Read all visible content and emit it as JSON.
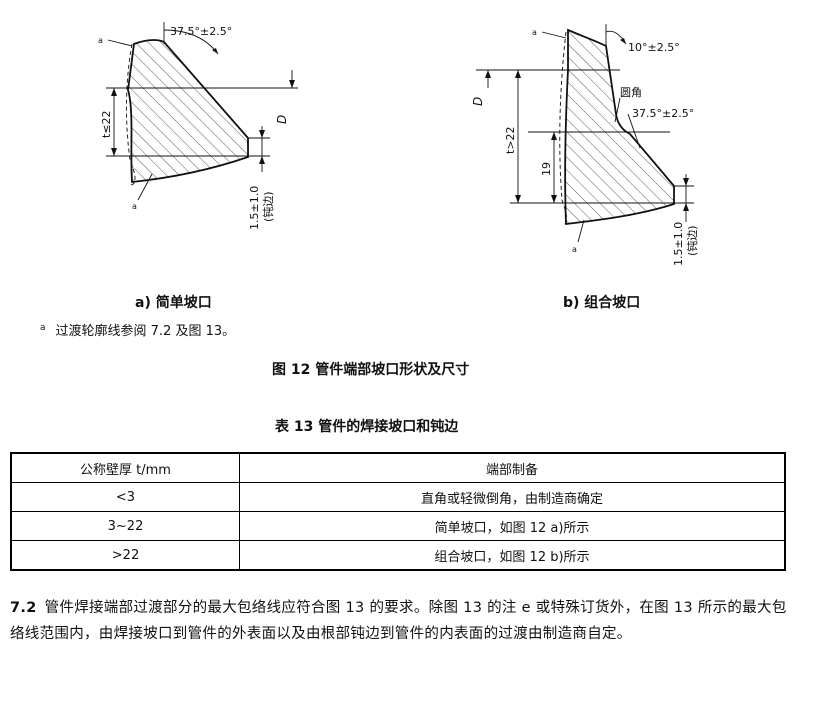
{
  "figure_a": {
    "angle_label": "37.5°±2.5°",
    "t_label": "t≤22",
    "d_label": "D",
    "land_label": "1.5±1.0",
    "land_note": "(钝边)",
    "note_mark": "a",
    "caption": "a)  简单坡口"
  },
  "figure_b": {
    "angle_top_label": "10°±2.5°",
    "round_corner_label": "圆角",
    "angle_bottom_label": "37.5°±2.5°",
    "d_label": "D",
    "t_label": "t>22",
    "height_label": "19",
    "land_label": "1.5±1.0",
    "land_note": "(钝边)",
    "note_mark": "a",
    "caption": "b)  组合坡口"
  },
  "footnote": {
    "mark": "a",
    "text": "过渡轮廓线参阅 7.2 及图 13。"
  },
  "figure_caption": "图 12   管件端部坡口形状及尺寸",
  "table_caption": "表 13   管件的焊接坡口和钝边",
  "table": {
    "headers": [
      "公称壁厚 t/mm",
      "端部制备"
    ],
    "rows": [
      [
        "<3",
        "直角或轻微倒角，由制造商确定"
      ],
      [
        "3~22",
        "简单坡口，如图 12 a)所示"
      ],
      [
        ">22",
        "组合坡口，如图 12 b)所示"
      ]
    ]
  },
  "paragraph": {
    "number": "7.2",
    "text": "管件焊接端部过渡部分的最大包络线应符合图 13 的要求。除图 13 的注 e 或特殊订货外，在图 13 所示的最大包络线范围内，由焊接坡口到管件的外表面以及由根部钝边到管件的内表面的过渡由制造商自定。"
  }
}
